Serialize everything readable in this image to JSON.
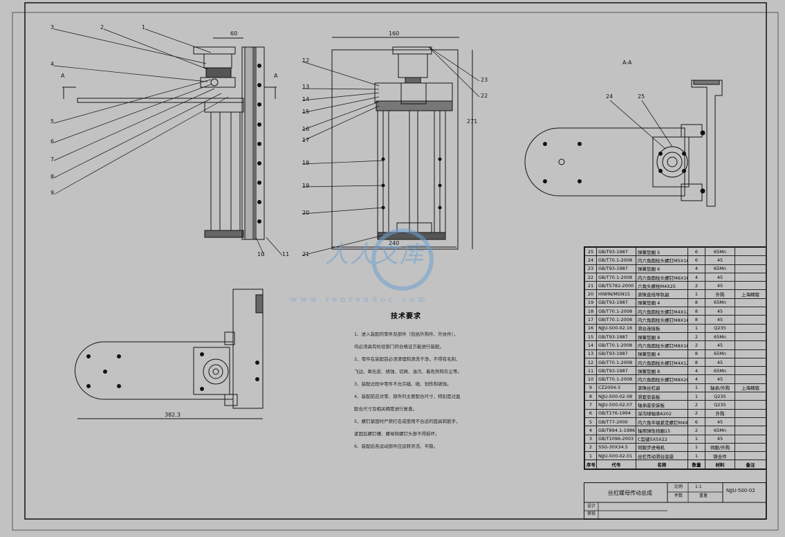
{
  "views": {
    "left_view": {
      "dim_top": "60",
      "section_mark": "A",
      "callouts": [
        "3",
        "2",
        "1",
        "4",
        "5",
        "6",
        "7",
        "8",
        "9",
        "10",
        "11"
      ]
    },
    "middle_view": {
      "dim_top": "160",
      "dim_bottom": "240",
      "dim_right": "271",
      "callouts": [
        "12",
        "13",
        "14",
        "15",
        "16",
        "17",
        "18",
        "19",
        "20",
        "21",
        "22",
        "23"
      ]
    },
    "section_view": {
      "title": "A-A",
      "callouts": [
        "24",
        "25"
      ]
    },
    "bottom_view": {
      "dim_bottom": "382.3"
    }
  },
  "tech_requirements": {
    "title": "技术要求",
    "lines": [
      "1、进入装配的零件及部件（包括外购件、外协件），",
      "均必须具有检验部门的合格证方能进行装配。",
      "2、零件在装配前必须清理和清洗干净，不得有毛刺、",
      "飞边、氧化皮、锈蚀、切屑、油污、着色剂和灰尘等。",
      "3、装配过程中零件不允许磕、碰、划伤和锈蚀。",
      "4、装配前应对零、部件的主要配合尺寸，特别是过盈",
      "配合尺寸及相关精度进行复查。",
      "5、螺钉紧固时严禁打击或使用不合适的旋具和扳手，",
      "紧固后螺钉槽、螺母和螺钉头部不得损坏。",
      "6、装配后各运动部件应运转灵活、平稳。"
    ]
  },
  "bom": {
    "rows": [
      [
        "25",
        "GB/T93-1987",
        "弹簧垫圈 5",
        "6",
        "65Mn",
        ""
      ],
      [
        "24",
        "GB/T70.1-2008",
        "内六角圆柱头螺钉M5X16",
        "6",
        "45",
        ""
      ],
      [
        "23",
        "GB/T93-1987",
        "弹簧垫圈 6",
        "4",
        "65Mn",
        ""
      ],
      [
        "22",
        "GB/T70.1-2008",
        "内六角圆柱头螺钉M6X16",
        "4",
        "45",
        ""
      ],
      [
        "21",
        "GB/T5782-2000",
        "六角头螺栓M4X25",
        "2",
        "45",
        ""
      ],
      [
        "20",
        "HIWIN/MGN15",
        "滚珠直线导轨副",
        "1",
        "外购",
        "上海精锻"
      ],
      [
        "19",
        "GB/T93-1987",
        "弹簧垫圈 4",
        "8",
        "65Mn",
        ""
      ],
      [
        "18",
        "GB/T70.1-2008",
        "内六角圆柱头螺钉M4X12",
        "8",
        "45",
        ""
      ],
      [
        "17",
        "GB/T70.1-2008",
        "内六角圆柱头螺钉M8X16",
        "8",
        "45",
        ""
      ],
      [
        "16",
        "NJJU-500-02.16",
        "滑台连接板",
        "1",
        "Q235",
        ""
      ],
      [
        "15",
        "GB/T93-1987",
        "弹簧垫圈 8",
        "2",
        "65Mn",
        ""
      ],
      [
        "14",
        "GB/T70.1-2008",
        "内六角圆柱头螺钉M8X16",
        "2",
        "45",
        ""
      ],
      [
        "13",
        "GB/T93-1987",
        "弹簧垫圈 4",
        "8",
        "65Mn",
        ""
      ],
      [
        "12",
        "GB/T70.1-2008",
        "内六角圆柱头螺钉M4X12",
        "8",
        "45",
        ""
      ],
      [
        "11",
        "GB/T93-1987",
        "弹簧垫圈 8",
        "4",
        "65Mn",
        ""
      ],
      [
        "10",
        "GB/T70.1-2008",
        "内六角圆柱头螺钉M8X20",
        "4",
        "45",
        ""
      ],
      [
        "9",
        "CZ2004-3",
        "滚珠丝杠副",
        "1",
        "轴承/外购",
        "上海精锻"
      ],
      [
        "8",
        "NJJU-500-02.08",
        "滑套安装板",
        "1",
        "Q235",
        ""
      ],
      [
        "7",
        "NJJU-500-02.07",
        "轴承座安装板",
        "2",
        "Q235",
        ""
      ],
      [
        "6",
        "GB/T276-1994",
        "深沟球轴承6202",
        "2",
        "外购",
        ""
      ],
      [
        "5",
        "GB/T77-2000",
        "内六角平端紧定螺钉M4X10",
        "6",
        "45",
        ""
      ],
      [
        "4",
        "GB/T894.1-1986",
        "轴用弹性挡圈15",
        "2",
        "65Mn",
        ""
      ],
      [
        "3",
        "GB/T1096-2003",
        "C型键5X5X22",
        "1",
        "45",
        ""
      ],
      [
        "2",
        "SSG-30X34.5",
        "伺服步进电机",
        "1",
        "伺服/外购",
        ""
      ],
      [
        "1",
        "NJJU-500-02.01",
        "丝杠传动滑台底座",
        "1",
        "铸合件",
        ""
      ]
    ],
    "header": [
      "序号",
      "代号",
      "名称",
      "数量",
      "材料",
      "备注"
    ]
  },
  "title_block": {
    "name": "丝杠螺母传动总成",
    "drawing_no": "NJJU-500-02",
    "field_ratio_label": "比例",
    "field_ratio": "1:1",
    "field_sheet_label": "件数",
    "field_weight_label": "重量",
    "field_design": "设计",
    "field_check": "审核"
  },
  "watermark": {
    "text": "人人文库",
    "url": "www.renrendoc.com"
  },
  "colors": {
    "background": "#c2c2c2",
    "line": "#111111",
    "watermark": "#6ea0d2"
  }
}
